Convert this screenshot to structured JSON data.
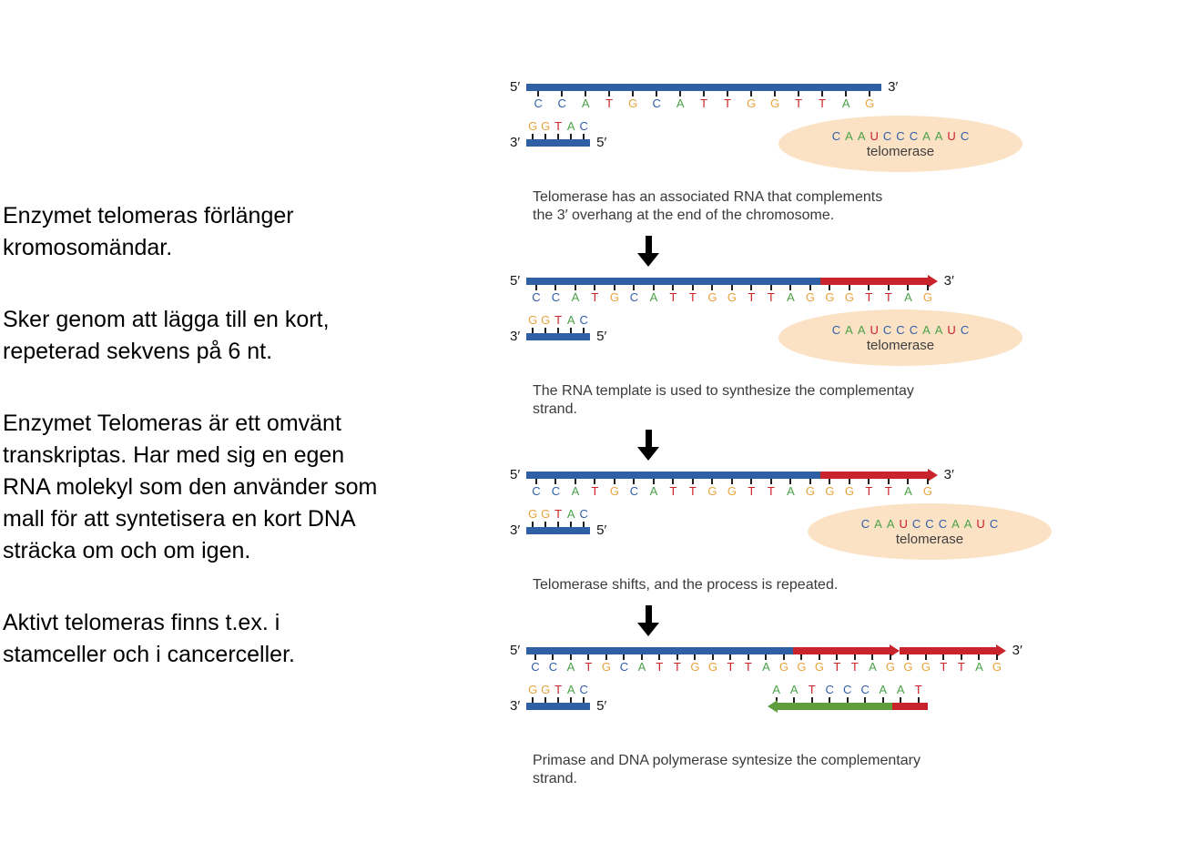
{
  "left_text": {
    "paragraphs": [
      "Enzymet telomeras förlänger\nkromosomändar.",
      "Sker genom att lägga till en kort,\nrepeterad sekvens på 6 nt.",
      "Enzymet Telomeras är ett omvänt\ntranskriptas. Har med sig en egen\nRNA molekyl som den använder  som\nmall för att syntetisera en kort DNA\nsträcka om och om igen.",
      "Aktivt telomeras finns t.ex. i\nstamceller och i cancerceller."
    ]
  },
  "diagram": {
    "colors": {
      "dna_blue": "#2f5fa5",
      "new_dna_red": "#c9242b",
      "primer_green": "#5f9e3c",
      "telomerase_fill": "#fbe2c5",
      "step_arrow_black": "#000000"
    },
    "base_colors": {
      "A": "#4aa147",
      "T": "#cb2026",
      "C": "#2e5da7",
      "G": "#e8a33d",
      "U": "#cb2026"
    },
    "panels": [
      {
        "top_strand": {
          "left_label": "5′",
          "right_label": "3′",
          "sequence": "CCATGCATTGGTTAG",
          "segments": [
            {
              "type": "bar",
              "color": "dna_blue",
              "bases": 15
            }
          ]
        },
        "bottom_strand": {
          "left_label": "3′",
          "right_label": "5′",
          "sequence": "GGTAC",
          "segments": [
            {
              "type": "bar",
              "color": "dna_blue",
              "bases": 5
            }
          ]
        },
        "telomerase": {
          "rna_sequence": "CAAUCCCAAUC",
          "label": "telomerase"
        },
        "caption": "Telomerase has an associated RNA that complements\nthe 3′ overhang at the end of the chromosome."
      },
      {
        "top_strand": {
          "left_label": "5′",
          "right_label": "3′",
          "sequence": "CCATGCATTGGTTAGGGTTAG",
          "segments": [
            {
              "type": "bar",
              "color": "dna_blue",
              "bases": 15
            },
            {
              "type": "arrow-right",
              "color": "new_dna_red",
              "bases": 6
            }
          ]
        },
        "bottom_strand": {
          "left_label": "3′",
          "right_label": "5′",
          "sequence": "GGTAC",
          "segments": [
            {
              "type": "bar",
              "color": "dna_blue",
              "bases": 5
            }
          ]
        },
        "telomerase": {
          "rna_sequence": "CAAUCCCAAUC",
          "label": "telomerase"
        },
        "caption": "The RNA template is used to synthesize the complementay\nstrand."
      },
      {
        "top_strand": {
          "left_label": "5′",
          "right_label": "3′",
          "sequence": "CCATGCATTGGTTAGGGTTAG",
          "segments": [
            {
              "type": "bar",
              "color": "dna_blue",
              "bases": 15
            },
            {
              "type": "arrow-right",
              "color": "new_dna_red",
              "bases": 6
            }
          ]
        },
        "bottom_strand": {
          "left_label": "3′",
          "right_label": "5′",
          "sequence": "GGTAC",
          "segments": [
            {
              "type": "bar",
              "color": "dna_blue",
              "bases": 5
            }
          ]
        },
        "telomerase": {
          "rna_sequence": "CAAUCCCAAUC",
          "label": "telomerase"
        },
        "caption": "Telomerase shifts, and the process is repeated."
      },
      {
        "top_strand": {
          "left_label": "5′",
          "right_label": "3′",
          "sequence": "CCATGCATTGGTTAGGGTTAGGGTTAG",
          "segments": [
            {
              "type": "bar",
              "color": "dna_blue",
              "bases": 15
            },
            {
              "type": "arrow-right",
              "color": "new_dna_red",
              "bases": 6
            },
            {
              "type": "arrow-right",
              "color": "new_dna_red",
              "bases": 6
            }
          ]
        },
        "bottom_strand": {
          "left_label": "3′",
          "right_label": "5′",
          "sequence": "GGTAC",
          "segments": [
            {
              "type": "bar",
              "color": "dna_blue",
              "bases": 5
            }
          ]
        },
        "complement_strand": {
          "sequence": "AATCCCAAT",
          "segments": [
            {
              "type": "arrow-left",
              "color": "primer_green",
              "bases": 7
            },
            {
              "type": "bar",
              "color": "new_dna_red",
              "bases": 2
            }
          ]
        },
        "caption": "Primase and DNA polymerase syntesize the complementary\nstrand."
      }
    ]
  }
}
